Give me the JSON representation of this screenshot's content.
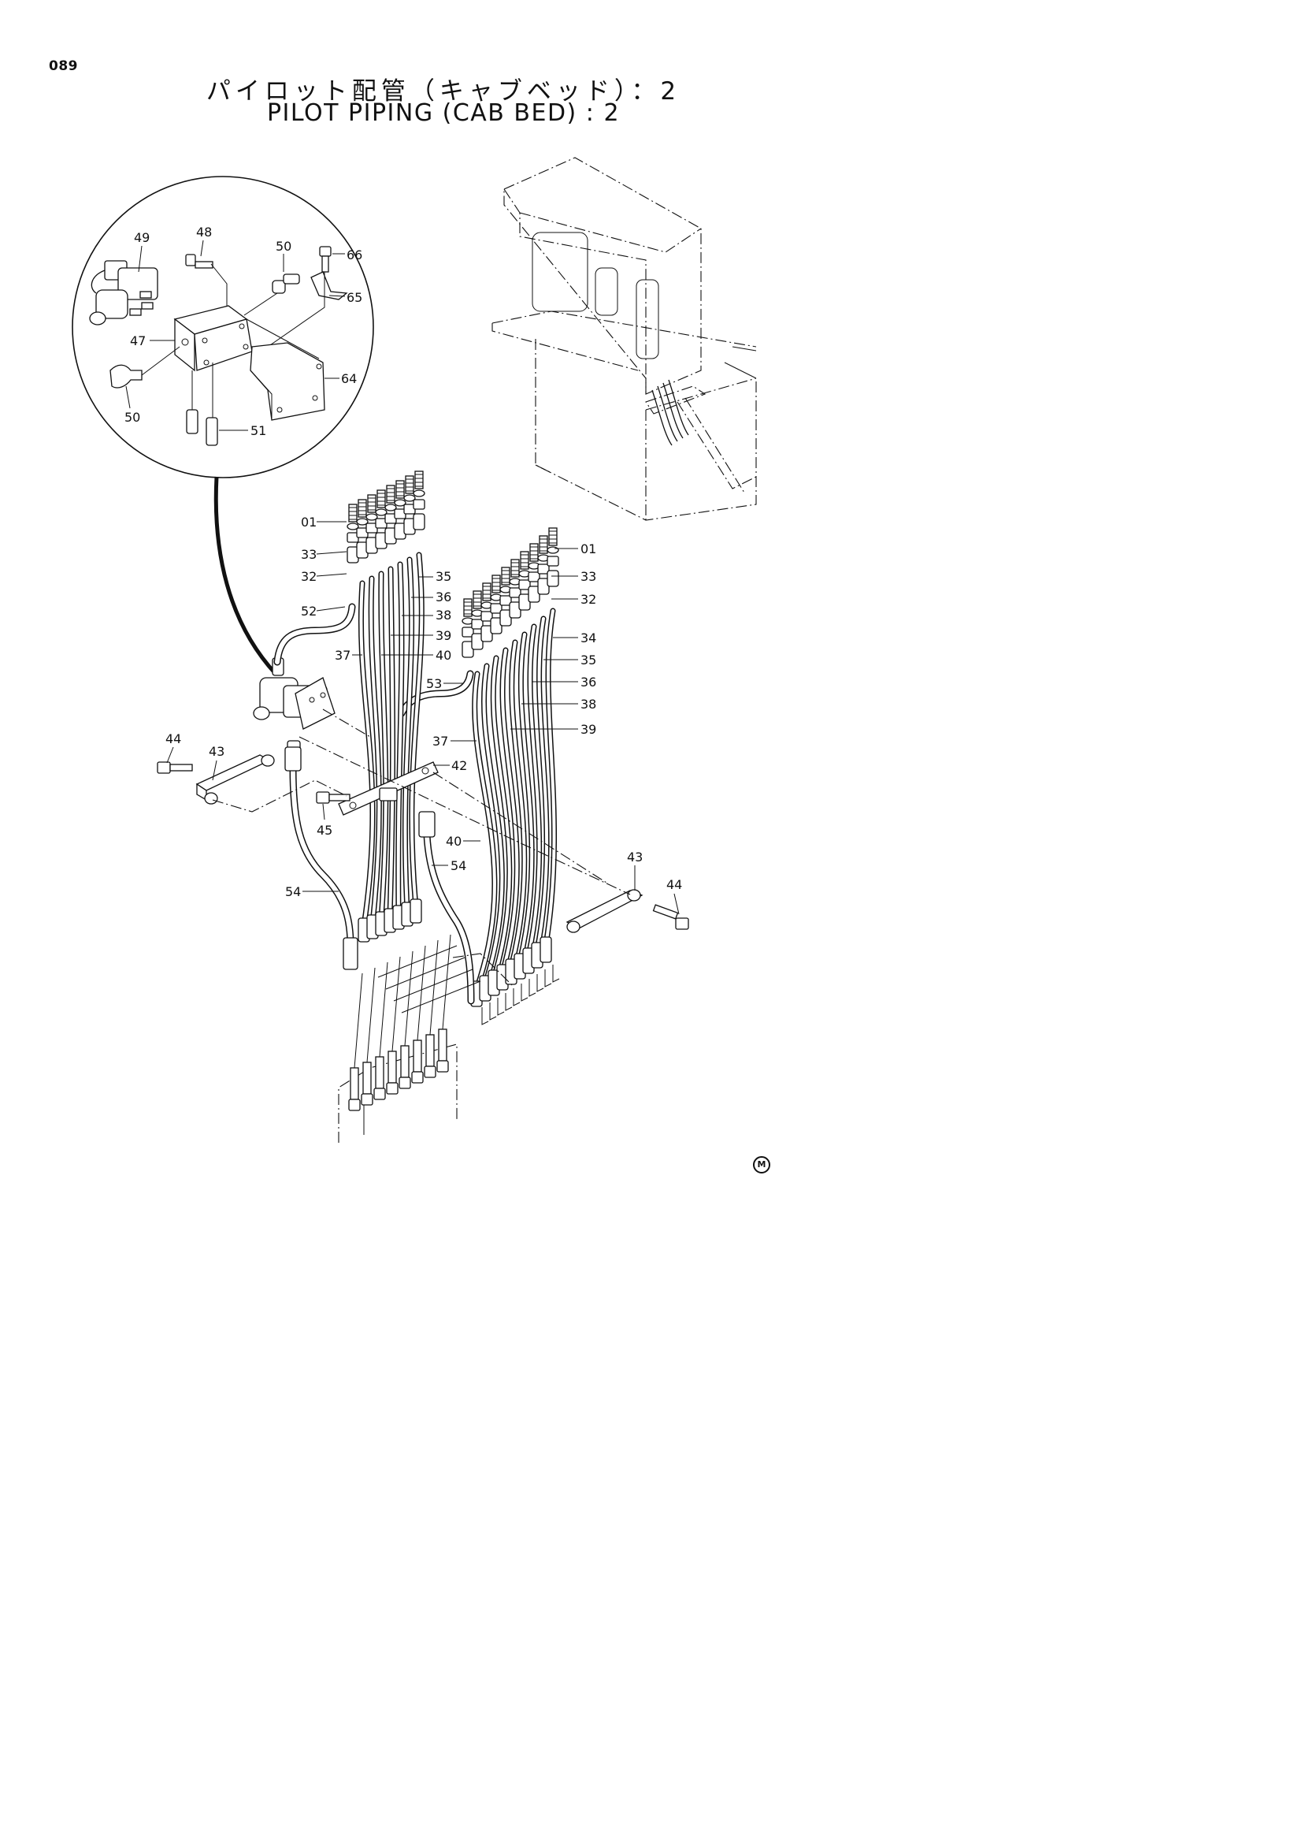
{
  "page_number": "089",
  "title_jp": "パイロット配管（キャブベッド）：2",
  "title_en": "PILOT PIPING (CAB BED) : 2",
  "mark": "M",
  "callouts": {
    "c49": "49",
    "c48": "48",
    "c50a": "50",
    "c66": "66",
    "c65": "65",
    "c47": "47",
    "c64": "64",
    "c50b": "50",
    "c51": "51",
    "c01a": "01",
    "c33a": "33",
    "c32a": "32",
    "c52": "52",
    "c35a": "35",
    "c36a": "36",
    "c38a": "38",
    "c39a": "39",
    "c37a": "37",
    "c40a": "40",
    "c01b": "01",
    "c33b": "33",
    "c32b": "32",
    "c34": "34",
    "c35b": "35",
    "c36b": "36",
    "c38b": "38",
    "c39b": "39",
    "c53": "53",
    "c37b": "37",
    "c44a": "44",
    "c43a": "43",
    "c42": "42",
    "c45": "45",
    "c40b": "40",
    "c54a": "54",
    "c54b": "54",
    "c43b": "43",
    "c44b": "44"
  }
}
